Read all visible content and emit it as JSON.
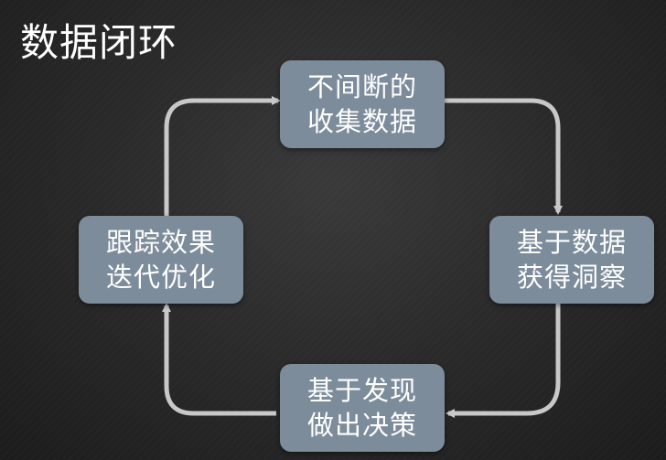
{
  "title": "数据闭环",
  "nodes": {
    "top": {
      "line1": "不间断的",
      "line2": "收集数据"
    },
    "right": {
      "line1": "基于数据",
      "line2": "获得洞察"
    },
    "bottom": {
      "line1": "基于发现",
      "line2": "做出决策"
    },
    "left": {
      "line1": "跟踪效果",
      "line2": "迭代优化"
    }
  },
  "colors": {
    "node_fill": "#7d8c9b",
    "arrow": "#c8c8c8",
    "text": "#ffffff"
  }
}
